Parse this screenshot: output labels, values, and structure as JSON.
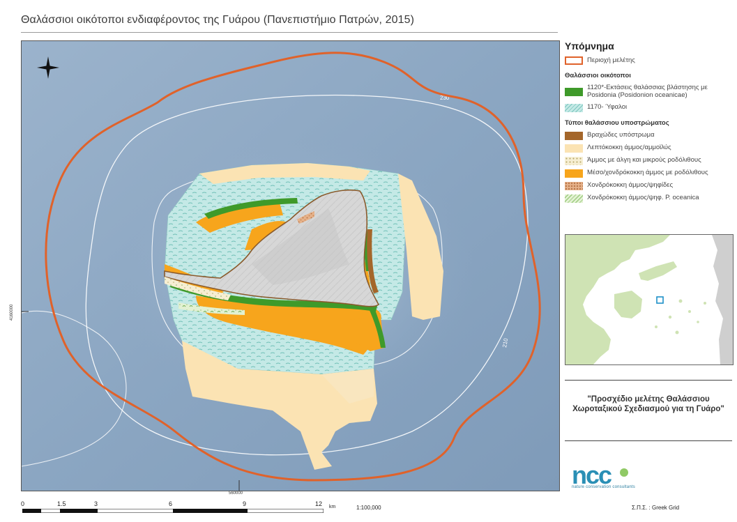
{
  "title": "Θαλάσσιοι οικότοποι ενδιαφέροντος της Γυάρου (Πανεπιστήμιο Πατρών, 2015)",
  "map": {
    "coord_x": "560000",
    "coord_y": "4160000",
    "contour_labels": [
      "230",
      "210"
    ],
    "north_arrow_icon": "north-arrow-icon"
  },
  "legend": {
    "title": "Υπόμνημα",
    "study_area": {
      "label": "Περιοχή μελέτης",
      "color": "#e0622a"
    },
    "habitats_header": "Θαλάσσιοι οικότοποι",
    "habitats": [
      {
        "label": "1120*-Εκτάσεις θαλάσσιας βλάστησης με Posidonia (Posidonion oceanicae)",
        "color": "#3f9a2a"
      },
      {
        "label": "1170- Ύφαλοι",
        "color": "#bfe6e2"
      }
    ],
    "substrate_header": "Τύποι θαλάσσιου υποστρώματος",
    "substrates": [
      {
        "label": "Βραχώδες υπόστρωμα",
        "color": "#a4662a"
      },
      {
        "label": "Λεπτόκοκκη άμμος/αμμοϊλύς",
        "color": "#fbe3b3"
      },
      {
        "label": "Άμμος με άλγη και μικρούς ροδόλιθους",
        "color": "#faf0d6"
      },
      {
        "label": "Μέσο/χονδρόκοκκη άμμος με ροδόλιθους",
        "color": "#f7a51c"
      },
      {
        "label": "Χονδρόκοκκη άμμος/ψηφίδες",
        "color": "#e5b08a"
      },
      {
        "label": "Χονδρόκοκκη άμμος/ψηφ. P. oceanica",
        "color": "#dff0cf"
      }
    ]
  },
  "caption": "\"Προσχέδιο μελέτης Θαλάσσιου Χωροταξικού Σχεδιασμού για τη Γυάρο\"",
  "logo": {
    "text": "ncc",
    "subtitle": "nature conservation consultants"
  },
  "scale": {
    "ticks": [
      "0",
      "1.5",
      "3",
      "6",
      "9",
      "12"
    ],
    "unit": "km",
    "ratio": "1:100,000"
  },
  "projection": "Σ.Π.Σ. : Greek Grid",
  "colors": {
    "sea": "#8fa9c4",
    "land": "#d9d9d9",
    "study_area": "#e0622a",
    "inset_land": "#cfe3b4"
  }
}
